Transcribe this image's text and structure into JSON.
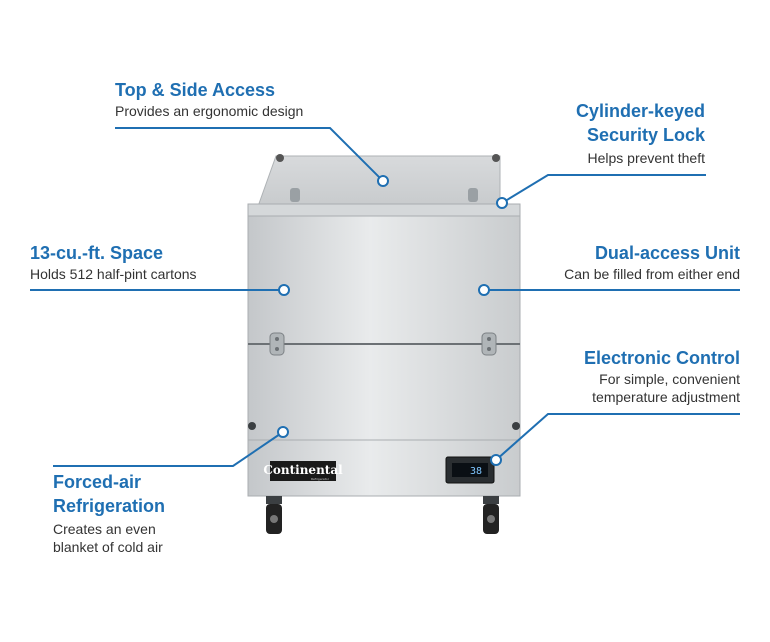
{
  "brand": {
    "logo_text": "Continental",
    "logo_subtext": "Refrigerator"
  },
  "display": {
    "temperature": "38"
  },
  "callouts": {
    "top_side_access": {
      "title": "Top & Side Access",
      "lines": [
        "Provides an ergonomic design"
      ]
    },
    "security_lock": {
      "title": [
        "Cylinder-keyed",
        "Security Lock"
      ],
      "lines": [
        "Helps prevent theft"
      ]
    },
    "space": {
      "title": "13-cu.-ft. Space",
      "lines": [
        "Holds 512 half-pint cartons"
      ]
    },
    "dual_access": {
      "title": "Dual-access Unit",
      "lines": [
        "Can be filled from either end"
      ]
    },
    "electronic_control": {
      "title": "Electronic Control",
      "lines": [
        "For simple, convenient",
        "temperature adjustment"
      ]
    },
    "forced_air": {
      "title": [
        "Forced-air",
        "Refrigeration"
      ],
      "lines": [
        "Creates an even",
        "blanket of cold air"
      ]
    }
  },
  "colors": {
    "accent": "#1f6fb2",
    "text": "#333333",
    "steel": "#cfd2d4"
  }
}
